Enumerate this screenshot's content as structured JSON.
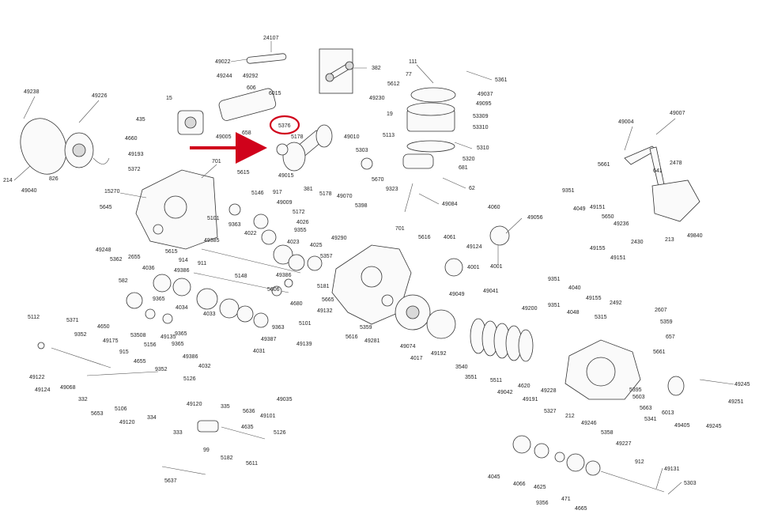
{
  "diagram": {
    "highlight_label": "5376",
    "highlight_color": "#d0021b",
    "labels": [
      "24107",
      "49022",
      "49292",
      "49244",
      "606",
      "6015",
      "382",
      "111",
      "77",
      "5361",
      "5612",
      "49037",
      "49230",
      "49095",
      "19",
      "53309",
      "53310",
      "5310",
      "5320",
      "681",
      "62",
      "49084",
      "15",
      "435",
      "4660",
      "49193",
      "5372",
      "49005",
      "658",
      "5376",
      "5178",
      "49010",
      "5113",
      "5303",
      "49015",
      "381",
      "5178",
      "49070",
      "5398",
      "5670",
      "9323",
      "49238",
      "49226",
      "214",
      "49040",
      "826",
      "701",
      "5615",
      "15270",
      "5146",
      "917",
      "49009",
      "5172",
      "4026",
      "9355",
      "4023",
      "4025",
      "5645",
      "5101",
      "9363",
      "4022",
      "49385",
      "49248",
      "5362",
      "2655",
      "5615",
      "4036",
      "914",
      "911",
      "5148",
      "49386",
      "49386",
      "582",
      "9365",
      "4034",
      "9365",
      "53508",
      "5156",
      "49135",
      "9365",
      "4033",
      "49386",
      "4032",
      "9363",
      "49387",
      "4031",
      "49139",
      "5101",
      "5181",
      "4680",
      "49132",
      "5606",
      "701",
      "5616",
      "4061",
      "49124",
      "5357",
      "49290",
      "5665",
      "4001",
      "5359",
      "5616",
      "49281",
      "49074",
      "4017",
      "49192",
      "49049",
      "49041",
      "4060",
      "49056",
      "4001",
      "49004",
      "49007",
      "5661",
      "2478",
      "641",
      "9351",
      "4049",
      "49151",
      "5650",
      "49236",
      "2430",
      "213",
      "49840",
      "49155",
      "49151",
      "9351",
      "4040",
      "9351",
      "49200",
      "4048",
      "49155",
      "2492",
      "5315",
      "2607",
      "5359",
      "657",
      "5661",
      "3540",
      "3551",
      "5511",
      "49042",
      "4620",
      "49191",
      "49228",
      "5327",
      "212",
      "49246",
      "5395",
      "5603",
      "5663",
      "6013",
      "5341",
      "49405",
      "49245",
      "49251",
      "49245",
      "5358",
      "49227",
      "5112",
      "5371",
      "4650",
      "49175",
      "49122",
      "49124",
      "9352",
      "49068",
      "915",
      "332",
      "4655",
      "9352",
      "5653",
      "5106",
      "49120",
      "5126",
      "335",
      "5636",
      "49101",
      "49035",
      "49120",
      "334",
      "333",
      "99",
      "4635",
      "5126",
      "5182",
      "5611",
      "5637",
      "4045",
      "4066",
      "4625",
      "9356",
      "471",
      "4665",
      "912",
      "49131",
      "5303"
    ]
  }
}
